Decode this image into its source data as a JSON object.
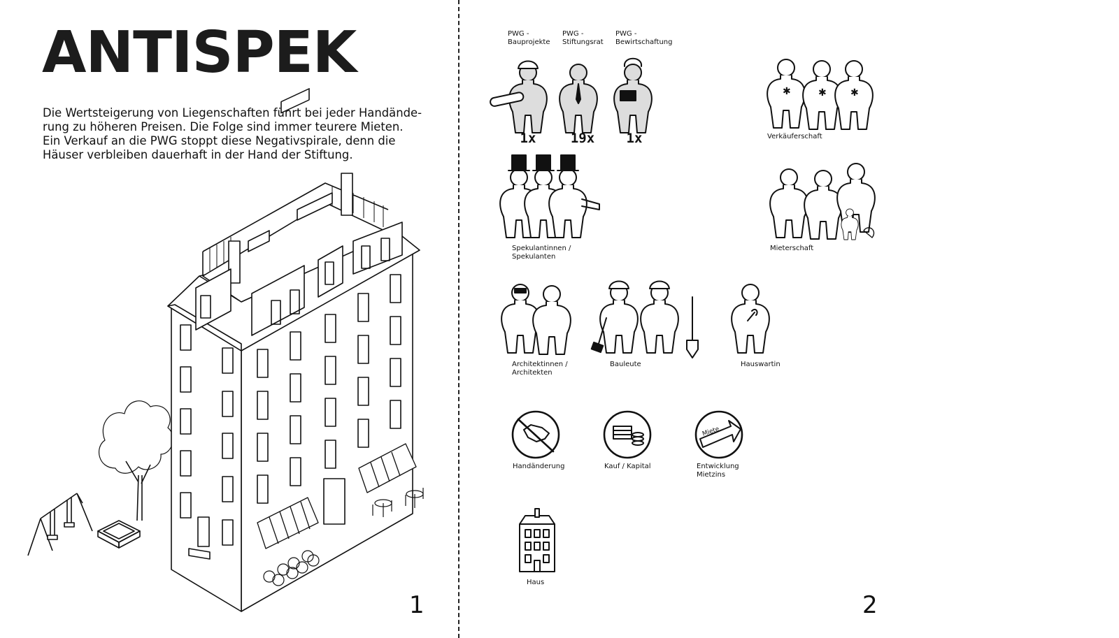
{
  "title": "ANTISPEK",
  "intro_lines": [
    "Die Wertsteigerung von Liegenschaften führt bei jeder Handände-",
    "rung zu höheren Preisen. Die Folge sind immer teurere Mieten.",
    "Ein Verkauf an die PWG stoppt diese Negativspirale, denn die",
    "Häuser verbleiben dauerhaft in der Hand der Stiftung."
  ],
  "page_left": "1",
  "page_right": "2",
  "pwg_groups": [
    {
      "line1": "PWG -",
      "line2": "Bauprojekte",
      "count": "1x",
      "icon": "construction-worker-icon"
    },
    {
      "line1": "PWG -",
      "line2": "Stiftungsrat",
      "count": "19x",
      "icon": "board-member-icon"
    },
    {
      "line1": "PWG -",
      "line2": "Bewirtschaftung",
      "count": "1x",
      "icon": "manager-icon"
    }
  ],
  "parts": {
    "verkaeuferschaft": "Verkäuferschaft",
    "spekulanten_l1": "Spekulantinnen /",
    "spekulanten_l2": "Spekulanten",
    "mieterschaft": "Mieterschaft",
    "architekten_l1": "Architektinnen /",
    "architekten_l2": "Architekten",
    "bauleute": "Bauleute",
    "hauswartin": "Hauswartin",
    "handaenderung": "Handänderung",
    "kauf": "Kauf / Kapital",
    "entwicklung_l1": "Entwicklung",
    "entwicklung_l2": "Mietzins",
    "miete_arrow_label": "Miete",
    "haus": "Haus"
  }
}
